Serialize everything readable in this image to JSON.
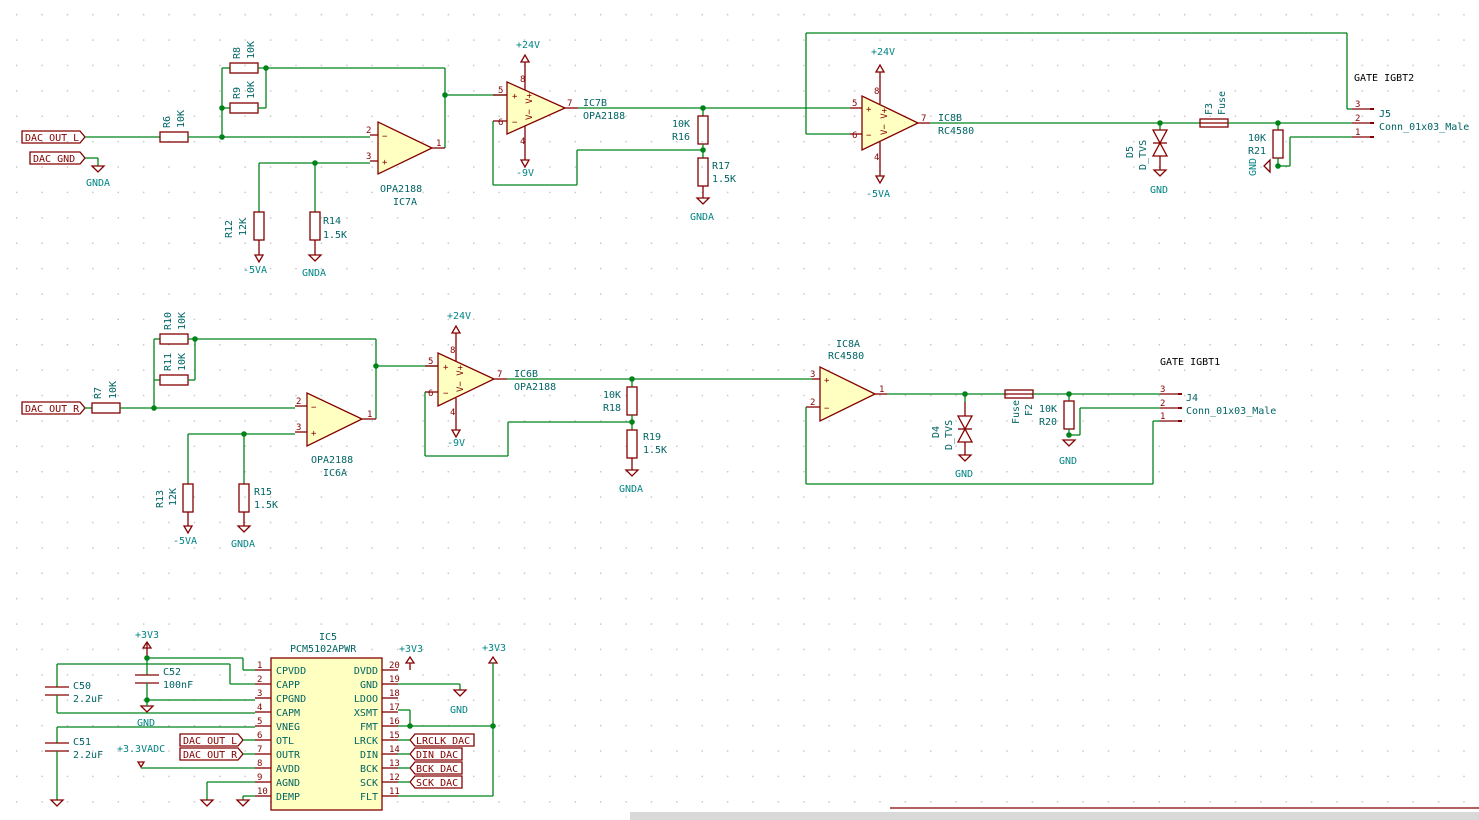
{
  "labels": {
    "dac_out_l": "DAC_OUT_L",
    "dac_gnd": "DAC_GND",
    "dac_out_r": "DAC_OUT_R",
    "gate_igbt2": "GATE IGBT2",
    "gate_igbt1": "GATE IGBT1",
    "lrclk": "LRCLK_DAC",
    "din": "DIN_DAC",
    "bck": "BCK_DAC",
    "sck": "SCK_DAC"
  },
  "power": {
    "p24": "+24V",
    "m9": "-9V",
    "m5": "-5VA",
    "gnda": "GNDA",
    "gnd": "GND",
    "p3v3": "+3V3",
    "p33vadc": "+3.3VADC"
  },
  "resistors": {
    "r6": {
      "ref": "R6",
      "val": "10K"
    },
    "r7": {
      "ref": "R7",
      "val": "10K"
    },
    "r8": {
      "ref": "R8",
      "val": "10K"
    },
    "r9": {
      "ref": "R9",
      "val": "10K"
    },
    "r10": {
      "ref": "R10",
      "val": "10K"
    },
    "r11": {
      "ref": "R11",
      "val": "10K"
    },
    "r12": {
      "ref": "R12",
      "val": "12K"
    },
    "r13": {
      "ref": "R13",
      "val": "12K"
    },
    "r14": {
      "ref": "R14",
      "val": "1.5K"
    },
    "r15": {
      "ref": "R15",
      "val": "1.5K"
    },
    "r16": {
      "ref": "R16",
      "val": "10K"
    },
    "r17": {
      "ref": "R17",
      "val": "1.5K"
    },
    "r18": {
      "ref": "R18",
      "val": "10K"
    },
    "r19": {
      "ref": "R19",
      "val": "1.5K"
    },
    "r20": {
      "ref": "R20",
      "val": "10K"
    },
    "r21": {
      "ref": "R21",
      "val": "10K"
    }
  },
  "opamps": {
    "ic7a": {
      "ref": "IC7A",
      "val": "OPA2188"
    },
    "ic7b": {
      "ref": "IC7B",
      "val": "OPA2188"
    },
    "ic6a": {
      "ref": "IC6A",
      "val": "OPA2188"
    },
    "ic6b": {
      "ref": "IC6B",
      "val": "OPA2188"
    },
    "ic8a": {
      "ref": "IC8A",
      "val": "RC4580"
    },
    "ic8b": {
      "ref": "IC8B",
      "val": "RC4580"
    }
  },
  "diodes": {
    "d4": {
      "ref": "D4",
      "val": "D_TVS"
    },
    "d5": {
      "ref": "D5",
      "val": "D_TVS"
    }
  },
  "fuses": {
    "f2": {
      "ref": "F2",
      "val": "Fuse"
    },
    "f3": {
      "ref": "F3",
      "val": "Fuse"
    }
  },
  "connectors": {
    "j4": {
      "ref": "J4",
      "val": "Conn_01x03_Male"
    },
    "j5": {
      "ref": "J5",
      "val": "Conn_01x03_Male"
    }
  },
  "caps": {
    "c50": {
      "ref": "C50",
      "val": "2.2uF"
    },
    "c51": {
      "ref": "C51",
      "val": "2.2uF"
    },
    "c52": {
      "ref": "C52",
      "val": "100nF"
    }
  },
  "ic5": {
    "ref": "IC5",
    "val": "PCM5102APWR",
    "left_pins": [
      {
        "num": "1",
        "name": "CPVDD"
      },
      {
        "num": "2",
        "name": "CAPP"
      },
      {
        "num": "3",
        "name": "CPGND"
      },
      {
        "num": "4",
        "name": "CAPM"
      },
      {
        "num": "5",
        "name": "VNEG"
      },
      {
        "num": "6",
        "name": "OTL"
      },
      {
        "num": "7",
        "name": "OUTR"
      },
      {
        "num": "8",
        "name": "AVDD"
      },
      {
        "num": "9",
        "name": "AGND"
      },
      {
        "num": "10",
        "name": "DEMP"
      }
    ],
    "right_pins": [
      {
        "num": "20",
        "name": "DVDD"
      },
      {
        "num": "19",
        "name": "GND"
      },
      {
        "num": "18",
        "name": "LDOO"
      },
      {
        "num": "17",
        "name": "XSMT"
      },
      {
        "num": "16",
        "name": "FMT"
      },
      {
        "num": "15",
        "name": "LRCK"
      },
      {
        "num": "14",
        "name": "DIN"
      },
      {
        "num": "13",
        "name": "BCK"
      },
      {
        "num": "12",
        "name": "SCK"
      },
      {
        "num": "11",
        "name": "FLT"
      }
    ]
  }
}
